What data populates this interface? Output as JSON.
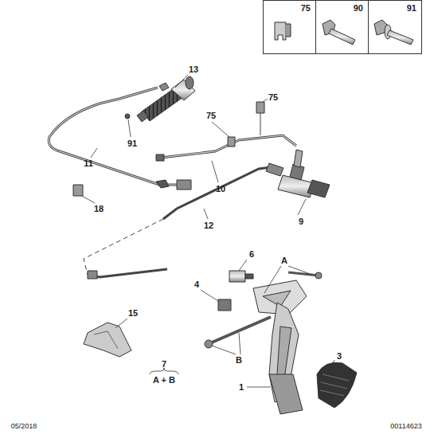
{
  "diagram": {
    "nodes": [
      {
        "text": [
          "75"
        ]
      },
      {
        "text": [
          "90"
        ]
      },
      {
        "text": [
          "91"
        ]
      }
    ],
    "labels": [
      "13",
      "91",
      "11",
      "75",
      "75",
      "10",
      "18",
      "9",
      "12",
      "6",
      "A",
      "4",
      "B",
      "15",
      "3",
      "7",
      "A + B",
      "1",
      "05/2018",
      "00114623"
    ]
  }
}
